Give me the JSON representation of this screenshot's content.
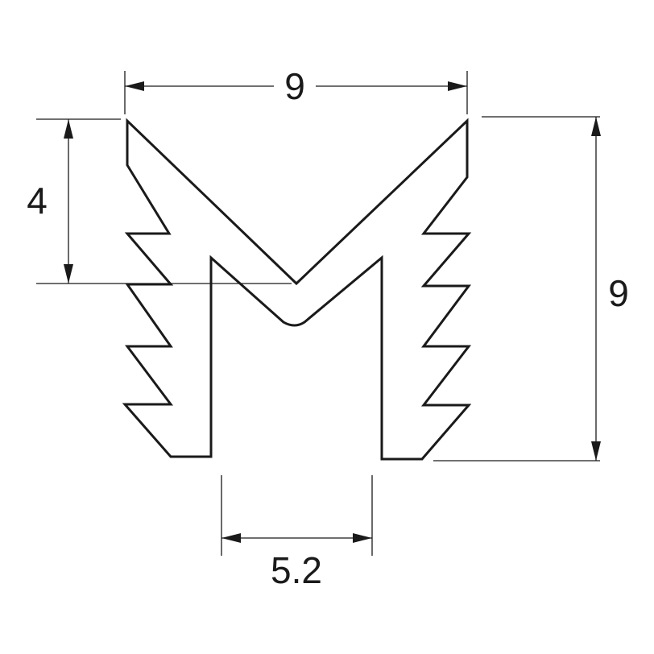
{
  "dimensions": {
    "top_width": "9",
    "left_height": "4",
    "right_height": "9",
    "bottom_gap": "5.2"
  },
  "colors": {
    "line": "#1a1a1a",
    "background": "#ffffff"
  }
}
